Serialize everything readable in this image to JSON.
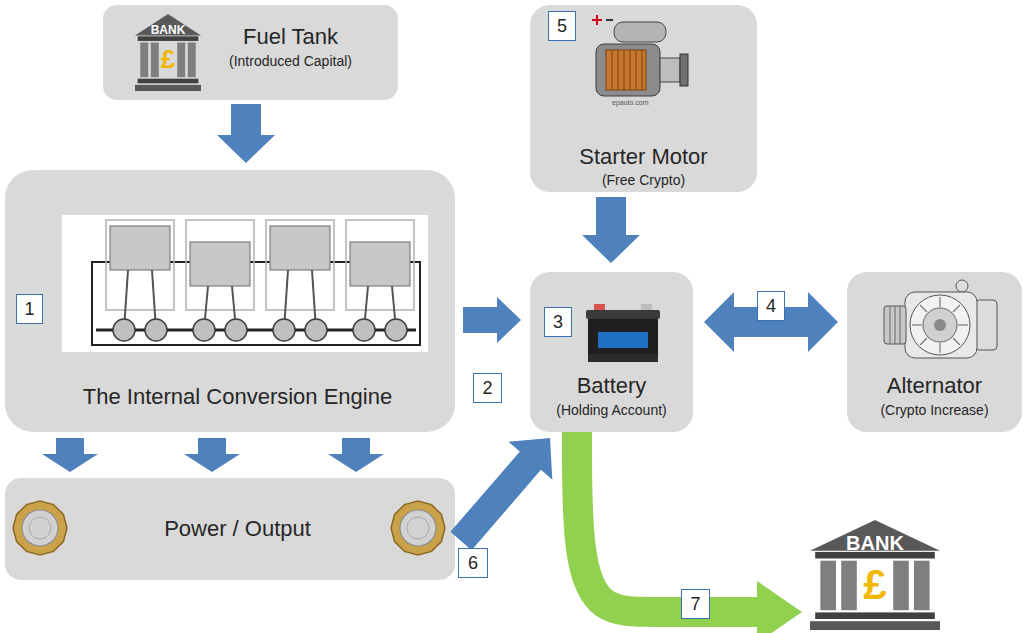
{
  "diagram": {
    "nodes": [
      {
        "text": [
          "Fuel Tank",
          "(Introduced Capital)"
        ]
      },
      {
        "text": [
          "BANK",
          "£"
        ],
        "in": 0
      },
      {
        "text": [
          "Starter Motor",
          "(Free Crypto)"
        ]
      },
      {
        "text": [
          "The Internal Conversion Engine"
        ]
      },
      {
        "text": [
          "Battery",
          "(Holding Account)"
        ]
      },
      {
        "text": [
          "Alternator",
          "(Crypto Increase)"
        ]
      },
      {
        "text": [
          "Power / Output"
        ]
      },
      {
        "text": [
          "BANK",
          "£"
        ]
      }
    ],
    "edges": [
      {
        "from": 0,
        "to": 3,
        "arrow": "to"
      },
      {
        "from": 3,
        "to": 4,
        "arrow": "to"
      },
      {
        "from": 2,
        "to": 4,
        "arrow": "to"
      },
      {
        "from": 4,
        "to": 5,
        "arrow": "both"
      },
      {
        "from": 3,
        "to": 6,
        "arrow": "to"
      },
      {
        "from": 3,
        "to": 6,
        "arrow": "to"
      },
      {
        "from": 3,
        "to": 6,
        "arrow": "to"
      },
      {
        "from": 6,
        "to": 4,
        "arrow": "to"
      },
      {
        "from": 4,
        "to": 7,
        "arrow": "to"
      }
    ],
    "labels": [
      "1",
      "2",
      "3",
      "4",
      "5",
      "6",
      "7",
      "epauto.com"
    ]
  }
}
